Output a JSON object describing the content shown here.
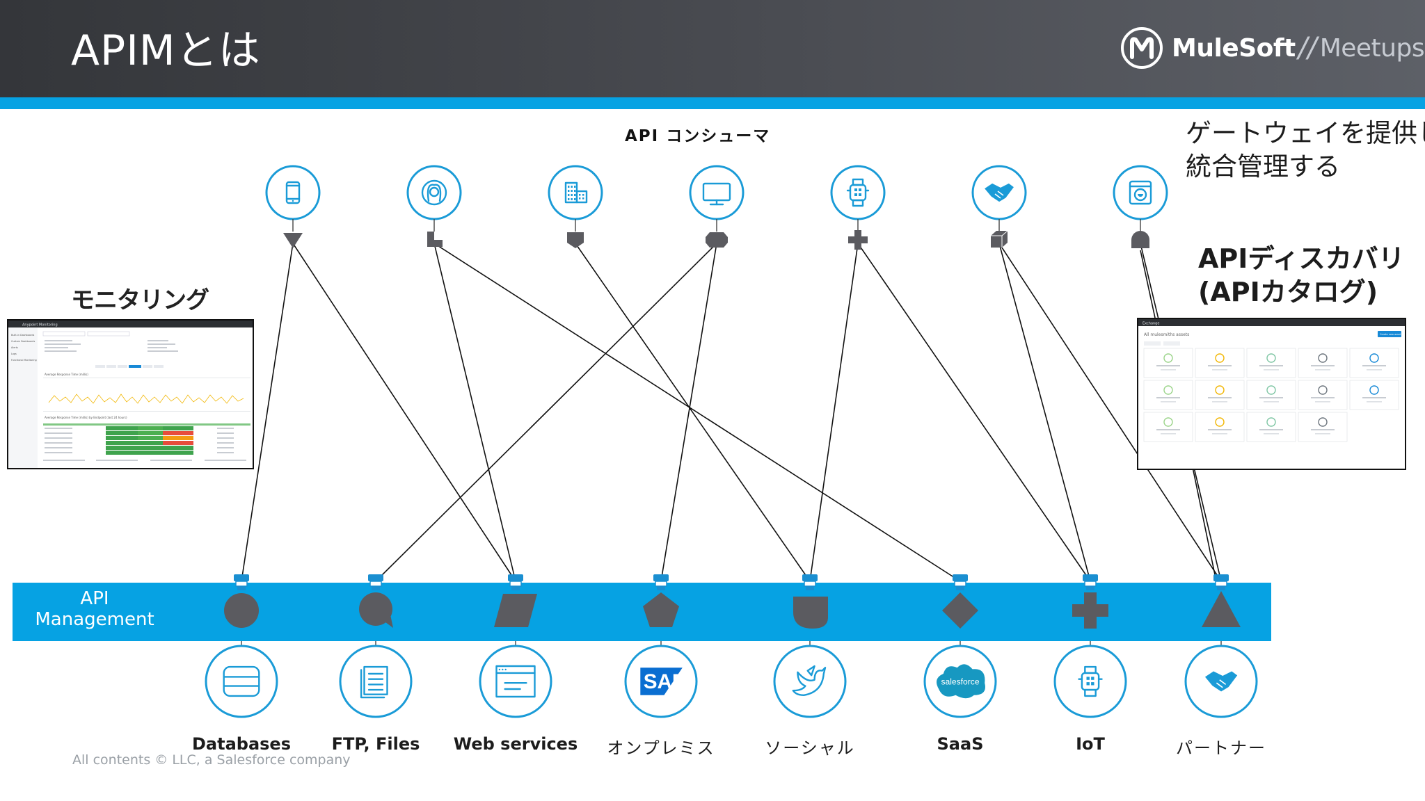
{
  "slide": {
    "title": "APIMとは",
    "logo_brand": "MuleSoft",
    "logo_separator": "//",
    "logo_event": "Meetups",
    "copyright": "All contents © LLC, a Salesforce company"
  },
  "consumers": {
    "title": "API コンシューマ",
    "icons": [
      {
        "icon": "smartphone-icon",
        "connector": "triangle"
      },
      {
        "icon": "user-headset-icon",
        "connector": "l-shape"
      },
      {
        "icon": "office-building-icon",
        "connector": "pentagon"
      },
      {
        "icon": "desktop-monitor-icon",
        "connector": "octagon"
      },
      {
        "icon": "smartwatch-icon",
        "connector": "plus"
      },
      {
        "icon": "handshake-icon",
        "connector": "cube"
      },
      {
        "icon": "washing-machine-icon",
        "connector": "arch"
      }
    ]
  },
  "notes": {
    "gateway_line1": "ゲートウェイを提供して",
    "gateway_line2": "統合管理する",
    "monitoring": "モニタリング",
    "catalog_line1": "APIディスカバリ",
    "catalog_line2": "(APIカタログ)"
  },
  "api_management": {
    "label_line1": "API",
    "label_line2": "Management",
    "bar_color": "#06a2e3"
  },
  "providers": [
    {
      "label": "Databases",
      "icon": "database-icon",
      "shape": "circle"
    },
    {
      "label": "FTP, Files",
      "icon": "file-icon",
      "shape": "speech-bubble"
    },
    {
      "label": "Web services",
      "icon": "browser-window-icon",
      "shape": "parallelogram"
    },
    {
      "label": "オンプレミス",
      "icon": "sap-logo-icon",
      "shape": "pentagon"
    },
    {
      "label": "ソーシャル",
      "icon": "social-bird-icon",
      "shape": "rounded-square"
    },
    {
      "label": "SaaS",
      "icon": "salesforce-cloud-icon",
      "shape": "diamond"
    },
    {
      "label": "IoT",
      "icon": "smartwatch-icon",
      "shape": "plus"
    },
    {
      "label": "パートナー",
      "icon": "handshake-icon",
      "shape": "triangle"
    }
  ],
  "connections": [
    {
      "consumer": 0,
      "provider": 0
    },
    {
      "consumer": 0,
      "provider": 2
    },
    {
      "consumer": 1,
      "provider": 2
    },
    {
      "consumer": 1,
      "provider": 5
    },
    {
      "consumer": 2,
      "provider": 4
    },
    {
      "consumer": 3,
      "provider": 1
    },
    {
      "consumer": 3,
      "provider": 3
    },
    {
      "consumer": 4,
      "provider": 4
    },
    {
      "consumer": 4,
      "provider": 6
    },
    {
      "consumer": 5,
      "provider": 6
    },
    {
      "consumer": 5,
      "provider": 7
    },
    {
      "consumer": 6,
      "provider": 7
    }
  ],
  "colors": {
    "accent": "#06a2e3",
    "connector": "#5b5b60",
    "icon_ring": "#1a9bd7",
    "salesforce": "#1798c1",
    "sap": "#0a6ed1"
  },
  "monitoring_shot": {
    "window_title": "Anypoint Monitoring",
    "side_items": [
      "Built-in Dashboards",
      "Custom Dashboards",
      "Alerts",
      "Logs",
      "Functional Monitoring"
    ],
    "chart_title": "Average Response Time (millis)",
    "table_title": "Average Response Time (millis) by Endpoint (last 24 hours)",
    "table_rows": 6
  },
  "catalog_shot": {
    "window_title": "Exchange",
    "search_text": "All mulesmiths assets",
    "button": "Create new asset",
    "cards_rows": 3,
    "cards_cols": 5
  }
}
